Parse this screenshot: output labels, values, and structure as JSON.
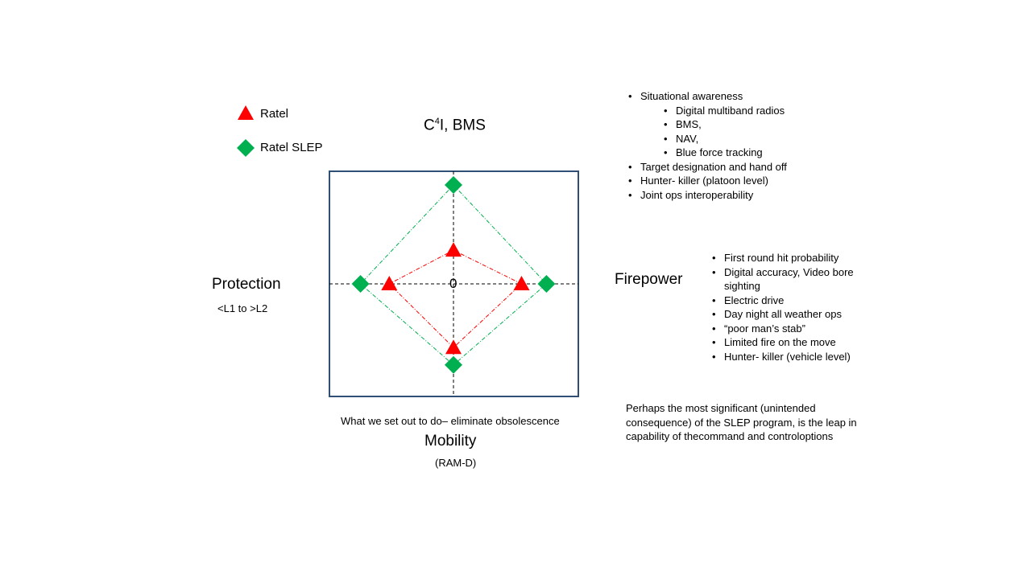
{
  "legend": [
    {
      "label": "Ratel",
      "color": "#ff0000",
      "marker": "triangle"
    },
    {
      "label": "Ratel SLEP",
      "color": "#00b050",
      "marker": "diamond"
    }
  ],
  "axes": {
    "top": {
      "label": "C",
      "superscript": "4",
      "label_rest": "I, BMS"
    },
    "left": {
      "label": "Protection",
      "sublabel": "<L1 to >L2"
    },
    "right": {
      "label": "Firepower"
    },
    "bottom": {
      "label": "Mobility",
      "sublabel": "(RAM-D)",
      "caption": "What we set out to do– eliminate obsolescence"
    },
    "center_label": "0"
  },
  "diagram_data": {
    "series": [
      {
        "name": "Ratel",
        "color": "#ff0000",
        "values": {
          "c4i": 0.34,
          "firepower": 0.71,
          "mobility": 0.66,
          "protection": 0.67
        }
      },
      {
        "name": "Ratel SLEP",
        "color": "#00b050",
        "values": {
          "c4i": 1.0,
          "firepower": 0.97,
          "mobility": 0.84,
          "protection": 0.97
        }
      }
    ]
  },
  "c4i_list": [
    {
      "text": "Situational awareness",
      "level": 1
    },
    {
      "text": "Digital multiband radios",
      "level": 2
    },
    {
      "text": "BMS,",
      "level": 2
    },
    {
      "text": "NAV,",
      "level": 2
    },
    {
      "text": "Blue force tracking",
      "level": 2
    },
    {
      "text": "Target designation and hand off",
      "level": 1
    },
    {
      "text": "Hunter- killer (platoon level)",
      "level": 1
    },
    {
      "text": "Joint ops interoperability",
      "level": 1
    }
  ],
  "firepower_list": [
    "First round hit probability",
    "Digital accuracy, Video bore sighting",
    "Electric drive",
    "Day night all weather ops",
    "“poor man’s stab”",
    "Limited fire on the move",
    "Hunter- killer (vehicle level)"
  ],
  "note": "Perhaps the most significant (unintended consequence) of the SLEP program, is the leap in capability of thecommand and controloptions"
}
